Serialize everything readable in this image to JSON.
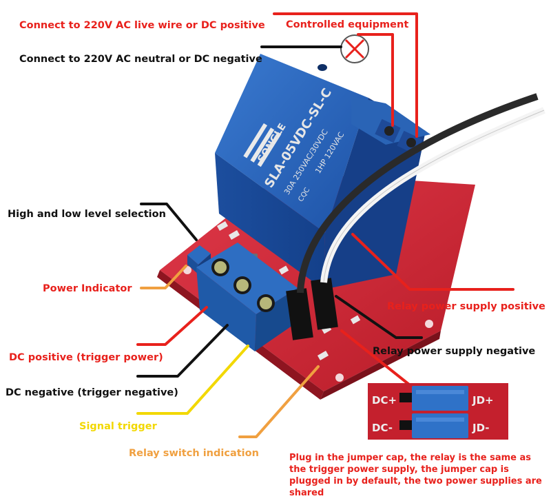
{
  "labels": {
    "live_wire": "Connect to 220V AC live wire or DC positive",
    "controlled_equipment": "Controlled equipment",
    "neutral": "Connect to 220V AC neutral or DC negative",
    "level_selection": "High and low level selection",
    "power_indicator": "Power Indicator",
    "relay_supply_positive": "Relay power supply positive",
    "relay_supply_negative": "Relay power supply negative",
    "dc_positive": "DC positive (trigger power)",
    "dc_negative": "DC negative (trigger negative)",
    "signal_trigger": "Signal trigger",
    "relay_switch_indication": "Relay switch indication",
    "jumper_note": "Plug in the jumper cap, the relay is the same as the trigger power supply, the jumper cap is plugged in by default, the two power supplies are shared"
  },
  "relay": {
    "brand": "SONGLE",
    "model": "SLA-05VDC-SL-C",
    "rating_1": "30A 250VAC/30VDC",
    "rating_2": "1HP 120VAC",
    "cert": "CQC"
  },
  "inset": {
    "left_top": "DC+",
    "left_bottom": "DC-",
    "right_top": "JD+",
    "right_bottom": "JD-"
  },
  "colors": {
    "label_red": "#e8211c",
    "label_black": "#111111",
    "label_yellow": "#f2d800",
    "label_orange": "#f0a040",
    "relay_blue": "#1f58b0",
    "pcb_red": "#cc2230",
    "terminal_blue": "#2a66b8"
  }
}
